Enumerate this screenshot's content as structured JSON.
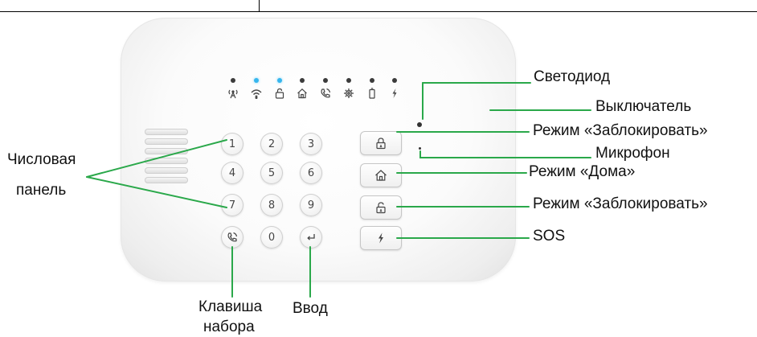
{
  "device": {
    "status_icons": [
      "signal-icon",
      "wifi-icon",
      "unlock-icon",
      "home-icon",
      "phone-icon",
      "gear-icon",
      "battery-icon",
      "lightning-icon"
    ],
    "led_colors": {
      "off": "#3b3b3b",
      "on": "#36b6ee"
    },
    "keypad": [
      "1",
      "2",
      "3",
      "4",
      "5",
      "6",
      "7",
      "8",
      "9",
      "0"
    ],
    "mode_buttons": [
      "lock-icon",
      "home-icon",
      "unlock-icon",
      "lightning-icon"
    ]
  },
  "labels": {
    "led": "Светодиод",
    "switch": "Выключатель",
    "mode_lock": "Режим «Заблокировать»",
    "microphone": "Микрофон",
    "mode_home": "Режим «Дома»",
    "mode_unlock": "Режим «Заблокировать»",
    "sos": "SOS",
    "numpad_line1": "Числовая",
    "numpad_line2": "панель",
    "dial_line1": "Клавиша",
    "dial_line2": "набора",
    "enter": "Ввод"
  },
  "accent_color": "#2aa84a"
}
